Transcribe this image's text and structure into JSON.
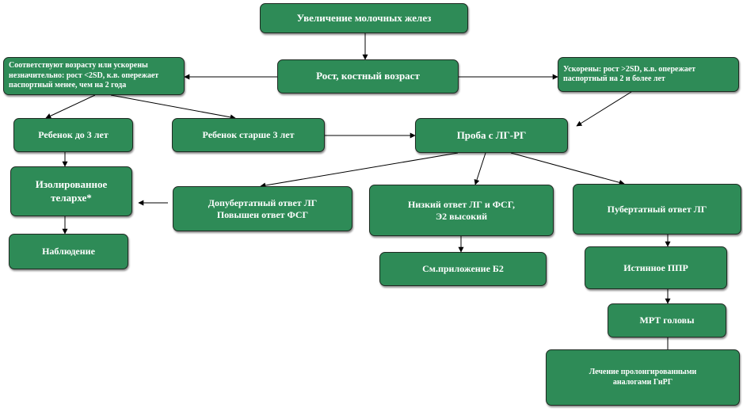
{
  "nodes": {
    "breast_enlargement": "Увеличение молочных желез",
    "growth_bone_age": "Рост, костный возраст",
    "age_appropriate": "Соответствуют возрасту или ускорены\nнезначительно: рост <2SD, к.в. опережает\nпаспортный менее, чем на 2 года",
    "accelerated": "Ускорены: рост >2SD, к.в. опережает\nпаспортный  на 2 и более лет",
    "child_under_3": "Ребенок до 3 лет",
    "child_over_3": "Ребенок старше 3 лет",
    "lhrh_test": "Проба с ЛГ-РГ",
    "isolated_thelarche": "Изолированное\nтелархе*",
    "observation": "Наблюдение",
    "prepubertal_response": "Допубертатный ответ ЛГ\nПовышен ответ ФСГ",
    "low_lh_fsh": "Низкий ответ ЛГ и ФСГ,\nЭ2 высокий",
    "see_appendix": "См.приложение Б2",
    "pubertal_response": "Пубертатный ответ ЛГ",
    "true_ppr": "Истинное ППР",
    "head_mri": "МРТ головы",
    "gnrh_treatment": "Лечение пролонгированными\nаналогами ГнРГ"
  },
  "colors": {
    "node_fill": "#2e8b57",
    "node_border": "#1f2a22",
    "node_text": "#ffffff",
    "arrow": "#000000"
  }
}
